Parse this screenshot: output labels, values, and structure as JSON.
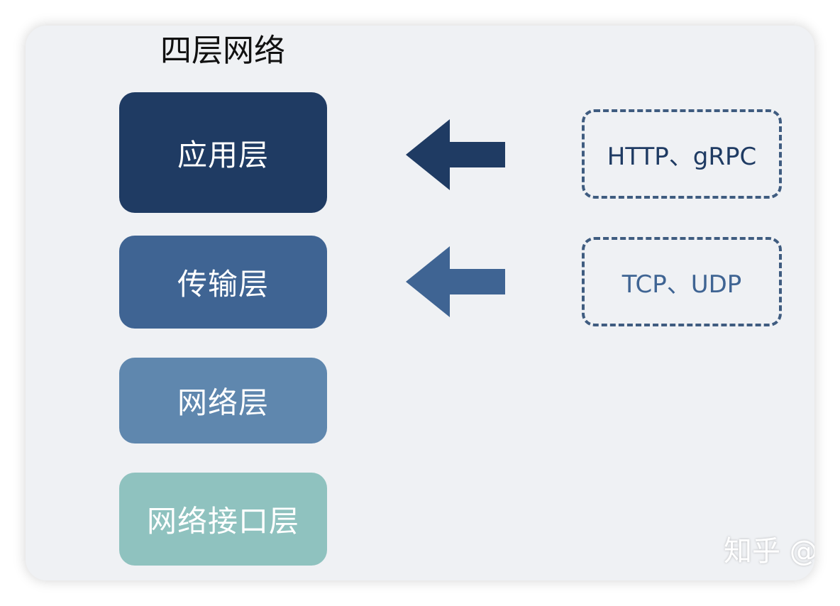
{
  "title": "四层网络",
  "layers": [
    {
      "label": "应用层",
      "color": "#1f3b63"
    },
    {
      "label": "传输层",
      "color": "#3f6493"
    },
    {
      "label": "网络层",
      "color": "#5f87ae"
    },
    {
      "label": "网络接口层",
      "color": "#8fc2bf"
    }
  ],
  "protocols": [
    {
      "text": "HTTP、gRPC",
      "text_color": "#1f3b63"
    },
    {
      "text": "TCP、UDP",
      "text_color": "#3f6493"
    }
  ],
  "arrow_colors": [
    "#1f3b63",
    "#3f6493"
  ],
  "watermark": "知乎 @"
}
